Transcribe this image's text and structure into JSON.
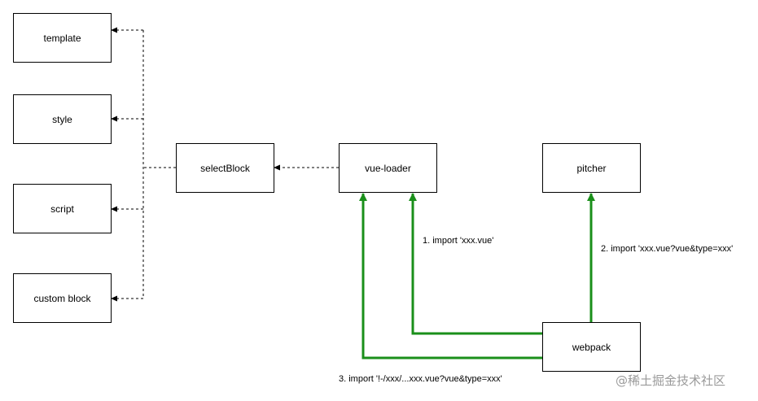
{
  "nodes": {
    "template": "template",
    "style": "style",
    "script": "script",
    "custom_block": "custom block",
    "select_block": "selectBlock",
    "vue_loader": "vue-loader",
    "pitcher": "pitcher",
    "webpack": "webpack"
  },
  "edge_labels": {
    "import_vue": "1. import 'xxx.vue'",
    "import_query": "2. import 'xxx.vue?vue&type=xxx'",
    "import_loader": "3. import '!-/xxx/...xxx.vue?vue&type=xxx'"
  },
  "watermark": "@稀土掘金技术社区",
  "colors": {
    "solid_arrow": "#1a8f1a",
    "dashed_arrow": "#000000",
    "border": "#000000",
    "watermark": "#9a9a9a"
  }
}
